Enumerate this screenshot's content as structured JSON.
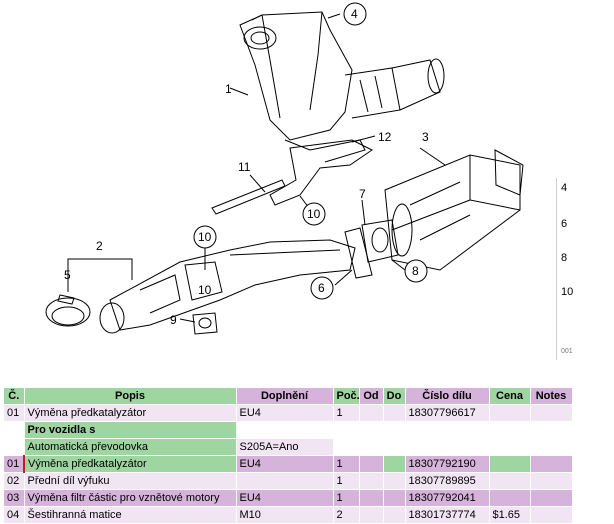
{
  "diagram": {
    "callouts": [
      "1",
      "2",
      "3",
      "4",
      "5",
      "6",
      "7",
      "8",
      "9",
      "10",
      "10",
      "10",
      "11",
      "12"
    ]
  },
  "side_strip": {
    "numbers": [
      "4",
      "6",
      "8",
      "10"
    ],
    "ref": "001"
  },
  "table": {
    "headers": [
      "Č.",
      "Popis",
      "Doplnění",
      "Poč.",
      "Od",
      "Do",
      "Číslo dílu",
      "Cena",
      "Notes"
    ],
    "rows": [
      {
        "no": "01",
        "popis": "Výměna předkatalyzátor",
        "dopl": "EU4",
        "poc": "1",
        "od": "",
        "do": "",
        "cislo": "18307796617",
        "cena": "",
        "notes": ""
      },
      {
        "no": "",
        "popis": "Pro vozidla s",
        "dopl": "",
        "poc": "",
        "od": "",
        "do": "",
        "cislo": "",
        "cena": "",
        "notes": ""
      },
      {
        "no": "",
        "popis": "Automatická převodovka",
        "dopl": "S205A=Ano",
        "poc": "",
        "od": "",
        "do": "",
        "cislo": "",
        "cena": "",
        "notes": ""
      },
      {
        "no": "01",
        "popis": "Výměna předkatalyzátor",
        "dopl": "EU4",
        "poc": "1",
        "od": "",
        "do": "",
        "cislo": "18307792190",
        "cena": "",
        "notes": ""
      },
      {
        "no": "02",
        "popis": "Přední díl výfuku",
        "dopl": "",
        "poc": "1",
        "od": "",
        "do": "",
        "cislo": "18307789895",
        "cena": "",
        "notes": ""
      },
      {
        "no": "03",
        "popis": "Výměna filtr částic pro vznětové motory",
        "dopl": "EU4",
        "poc": "1",
        "od": "",
        "do": "",
        "cislo": "18307792041",
        "cena": "",
        "notes": ""
      },
      {
        "no": "04",
        "popis": "Šestihranná matice",
        "dopl": "M10",
        "poc": "2",
        "od": "",
        "do": "",
        "cislo": "18301737774",
        "cena": "$1.65",
        "notes": ""
      }
    ]
  }
}
